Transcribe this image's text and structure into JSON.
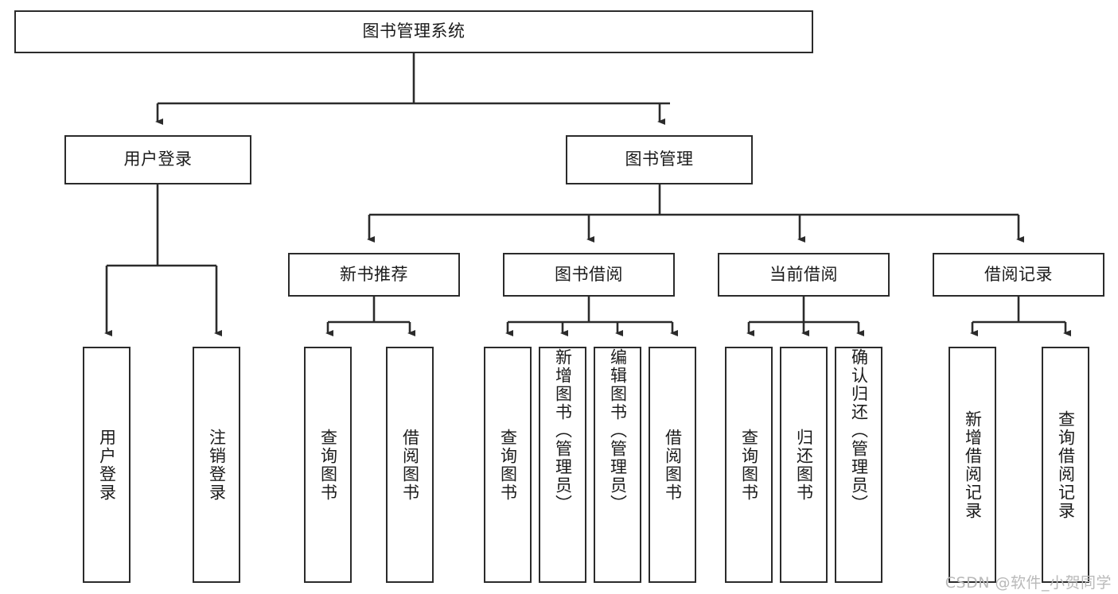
{
  "diagram": {
    "type": "hierarchy-tree",
    "title": "图书管理系统",
    "watermark": "CSDN @软件_小贺同学",
    "colors": {
      "box_border": "#2b2b2b",
      "box_fill": "#ffffff",
      "connector": "#2b2b2b",
      "text": "#1b1b1b",
      "watermark": "#b9b9b9"
    },
    "levels": {
      "root": {
        "label": "图书管理系统"
      },
      "level2": [
        {
          "label": "用户登录"
        },
        {
          "label": "图书管理"
        }
      ],
      "level3": [
        {
          "label": "新书推荐"
        },
        {
          "label": "图书借阅"
        },
        {
          "label": "当前借阅"
        },
        {
          "label": "借阅记录"
        }
      ],
      "leaves": [
        {
          "label": "用户登录",
          "parent": "用户登录",
          "orientation": "vertical"
        },
        {
          "label": "注销登录",
          "parent": "用户登录",
          "orientation": "vertical"
        },
        {
          "label": "查询图书",
          "parent": "新书推荐",
          "orientation": "vertical"
        },
        {
          "label": "借阅图书",
          "parent": "新书推荐",
          "orientation": "vertical"
        },
        {
          "label": "查询图书",
          "parent": "图书借阅",
          "orientation": "vertical"
        },
        {
          "label": "新增图书（管理员）",
          "parent": "图书借阅",
          "orientation": "vertical"
        },
        {
          "label": "编辑图书（管理员）",
          "parent": "图书借阅",
          "orientation": "vertical"
        },
        {
          "label": "借阅图书",
          "parent": "图书借阅",
          "orientation": "vertical"
        },
        {
          "label": "查询图书",
          "parent": "当前借阅",
          "orientation": "vertical"
        },
        {
          "label": "归还图书",
          "parent": "当前借阅",
          "orientation": "vertical"
        },
        {
          "label": "确认归还（管理员）",
          "parent": "当前借阅",
          "orientation": "vertical"
        },
        {
          "label": "新增借阅记录",
          "parent": "借阅记录",
          "orientation": "vertical"
        },
        {
          "label": "查询借阅记录",
          "parent": "借阅记录",
          "orientation": "vertical"
        }
      ]
    }
  }
}
